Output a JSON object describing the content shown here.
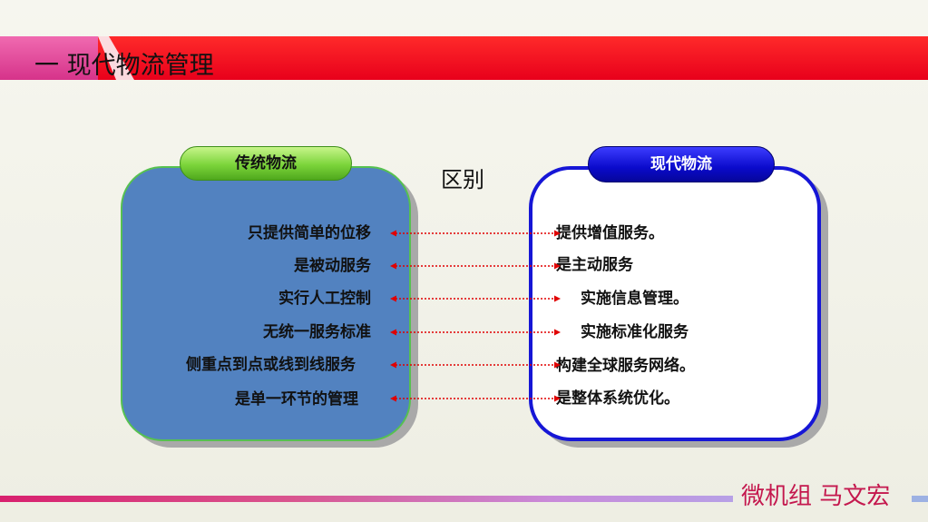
{
  "title": "一  现代物流管理",
  "center_heading": "区别",
  "left_panel": {
    "label": "传统物流",
    "items": [
      "只提供简单的位移",
      "是被动服务",
      "实行人工控制",
      "无统一服务标准",
      "侧重点到点或线到线服务",
      "是单一环节的管理"
    ]
  },
  "right_panel": {
    "label": "现代物流",
    "items": [
      "提供增值服务。",
      "是主动服务",
      "实施信息管理。",
      "实施标准化服务",
      "构建全球服务网络。",
      "是整体系统优化。"
    ]
  },
  "footer": {
    "author": "微机组  马文宏"
  },
  "colors": {
    "banner_red": "#e8001b",
    "banner_pink": "#d6338a",
    "left_panel_fill": "#5282c0",
    "right_panel_border": "#1616d6",
    "connector": "#e00000",
    "footer_text": "#c4184e"
  }
}
